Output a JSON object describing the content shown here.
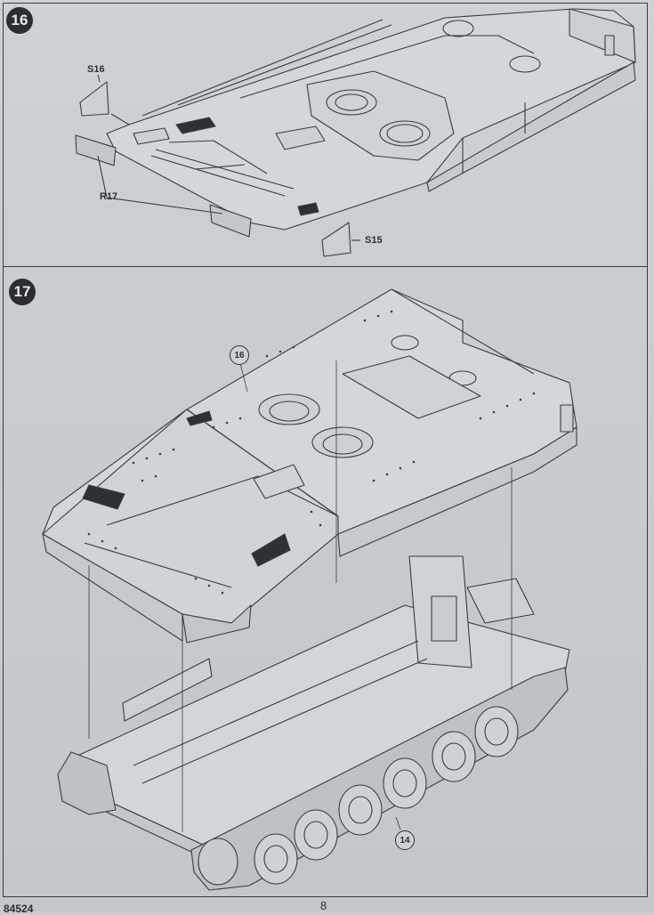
{
  "steps": [
    {
      "number": "16",
      "callouts": {
        "s16": "S16",
        "r17": "R17",
        "s15": "S15"
      }
    },
    {
      "number": "17",
      "references": {
        "upper_hull": "16",
        "lower_hull": "14"
      }
    }
  ],
  "footer": {
    "page_number": "8",
    "product_code": "84524"
  }
}
